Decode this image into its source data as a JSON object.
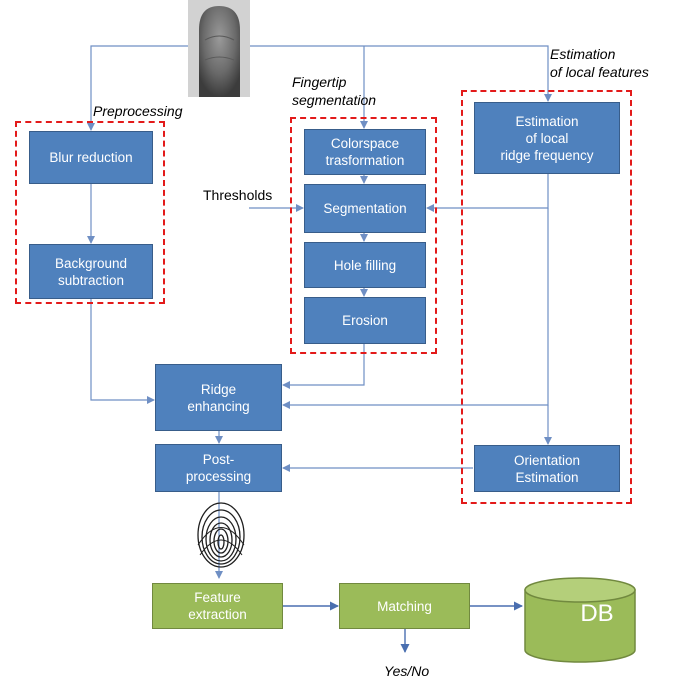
{
  "groups": {
    "preprocessing": "Preprocessing",
    "fingertip": "Fingertip\nsegmentation",
    "local_features": "Estimation\nof local features"
  },
  "inputs": {
    "thresholds": "Thresholds"
  },
  "boxes": {
    "blur_reduction": "Blur reduction",
    "background_subtraction": "Background\nsubtraction",
    "colorspace": "Colorspace\ntrasformation",
    "segmentation": "Segmentation",
    "hole_filling": "Hole filling",
    "erosion": "Erosion",
    "ridge_frequency": "Estimation\nof local\nridge frequency",
    "ridge_enhancing": "Ridge\nenhancing",
    "post_processing": "Post-\nprocessing",
    "orientation": "Orientation\nEstimation",
    "feature_extraction": "Feature\nextraction",
    "matching": "Matching",
    "db": "DB"
  },
  "output": {
    "result": "Yes/No"
  },
  "colors": {
    "process_box": "#4f81bd",
    "matching_box": "#9bbb59",
    "group_border": "#e31a1a",
    "connector": "#6f8fc4"
  },
  "icons": {
    "input_image": "finger-photo-icon",
    "fingerprint": "fingerprint-icon"
  }
}
